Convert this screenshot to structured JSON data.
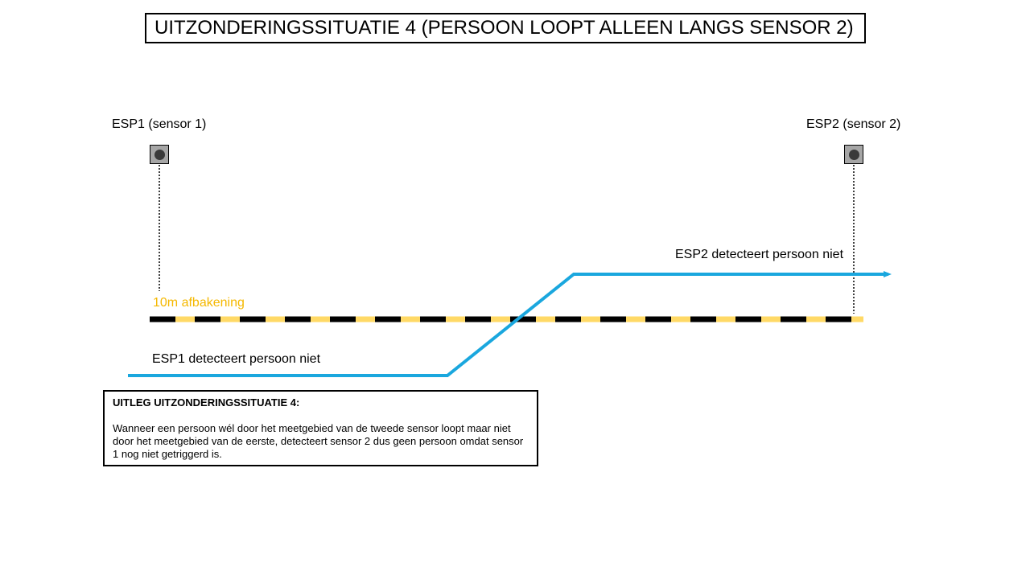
{
  "title": "UITZONDERINGSSITUATIE 4 (PERSOON LOOPT ALLEEN LANGS SENSOR 2)",
  "sensors": {
    "sensor1_label": "ESP1 (sensor 1)",
    "sensor2_label": "ESP2 (sensor 2)"
  },
  "zone": {
    "label": "10m afbakening"
  },
  "paths": {
    "esp1_label": "ESP1 detecteert persoon niet",
    "esp2_label": "ESP2 detecteert persoon niet"
  },
  "explanation": {
    "heading": "UITLEG UITZONDERINGSSITUATIE 4:",
    "body": "Wanneer een persoon wél door het meetgebied van de tweede sensor loopt maar niet door het meetgebied van de eerste, detecteert sensor 2 dus geen persoon omdat sensor 1 nog niet getriggerd is."
  },
  "colors": {
    "path": "#1aa7de",
    "zone_label": "#f5b800",
    "stripe_dark": "#000000",
    "stripe_light": "#ffd966"
  }
}
